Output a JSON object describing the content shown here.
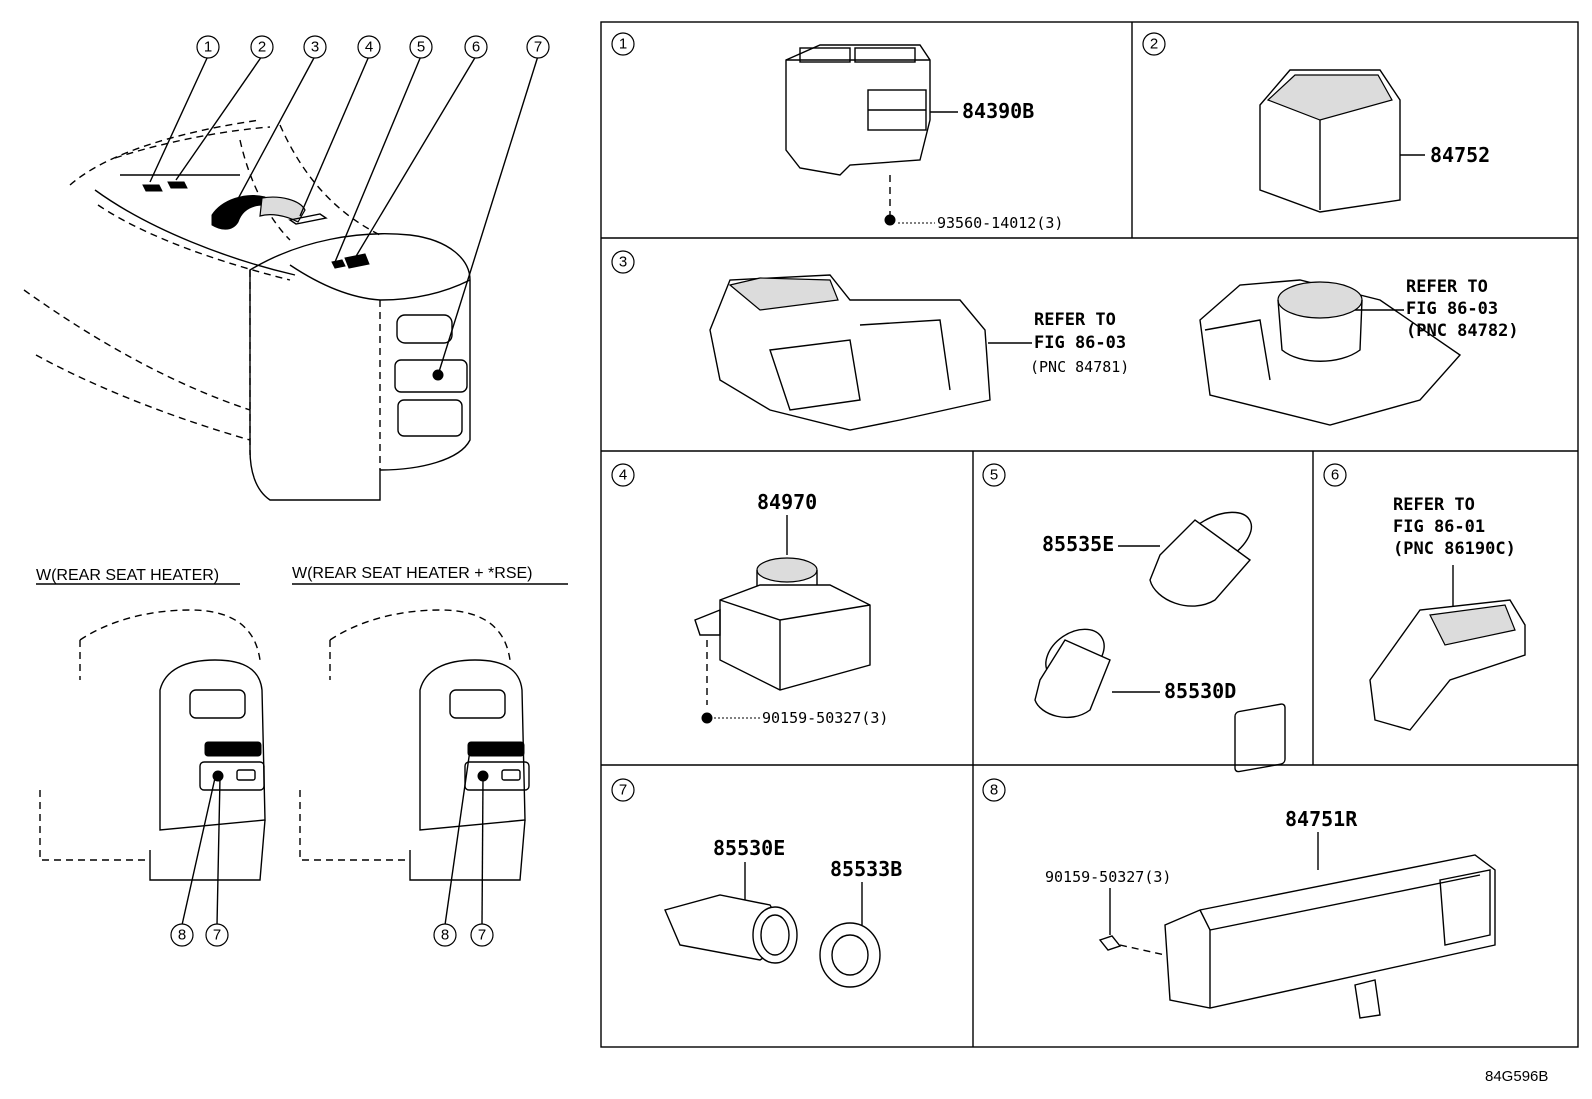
{
  "overview": {
    "callouts": [
      "1",
      "2",
      "3",
      "4",
      "5",
      "6",
      "7"
    ]
  },
  "variants": [
    {
      "caption": "W(REAR SEAT HEATER)",
      "callouts": [
        "8",
        "7"
      ]
    },
    {
      "caption": "W(REAR SEAT HEATER + *RSE)",
      "callouts": [
        "8",
        "7"
      ]
    }
  ],
  "panels": [
    {
      "index": "1",
      "labels": [
        "84390B",
        "93560-14012(3)"
      ]
    },
    {
      "index": "2",
      "labels": [
        "84752"
      ]
    },
    {
      "index": "3",
      "labels": [
        "REFER TO",
        "FIG 86-03",
        "(PNC 84781)",
        "REFER TO",
        "FIG 86-03",
        "(PNC 84782)"
      ]
    },
    {
      "index": "4",
      "labels": [
        "84970",
        "90159-50327(3)"
      ]
    },
    {
      "index": "5",
      "labels": [
        "85535E",
        "85530D"
      ]
    },
    {
      "index": "6",
      "labels": [
        "REFER TO",
        "FIG 86-01",
        "(PNC 86190C)"
      ]
    },
    {
      "index": "7",
      "labels": [
        "85530E",
        "85533B"
      ]
    },
    {
      "index": "8",
      "labels": [
        "84751R",
        "90159-50327(3)"
      ]
    }
  ],
  "footer": {
    "code": "84G596B"
  }
}
